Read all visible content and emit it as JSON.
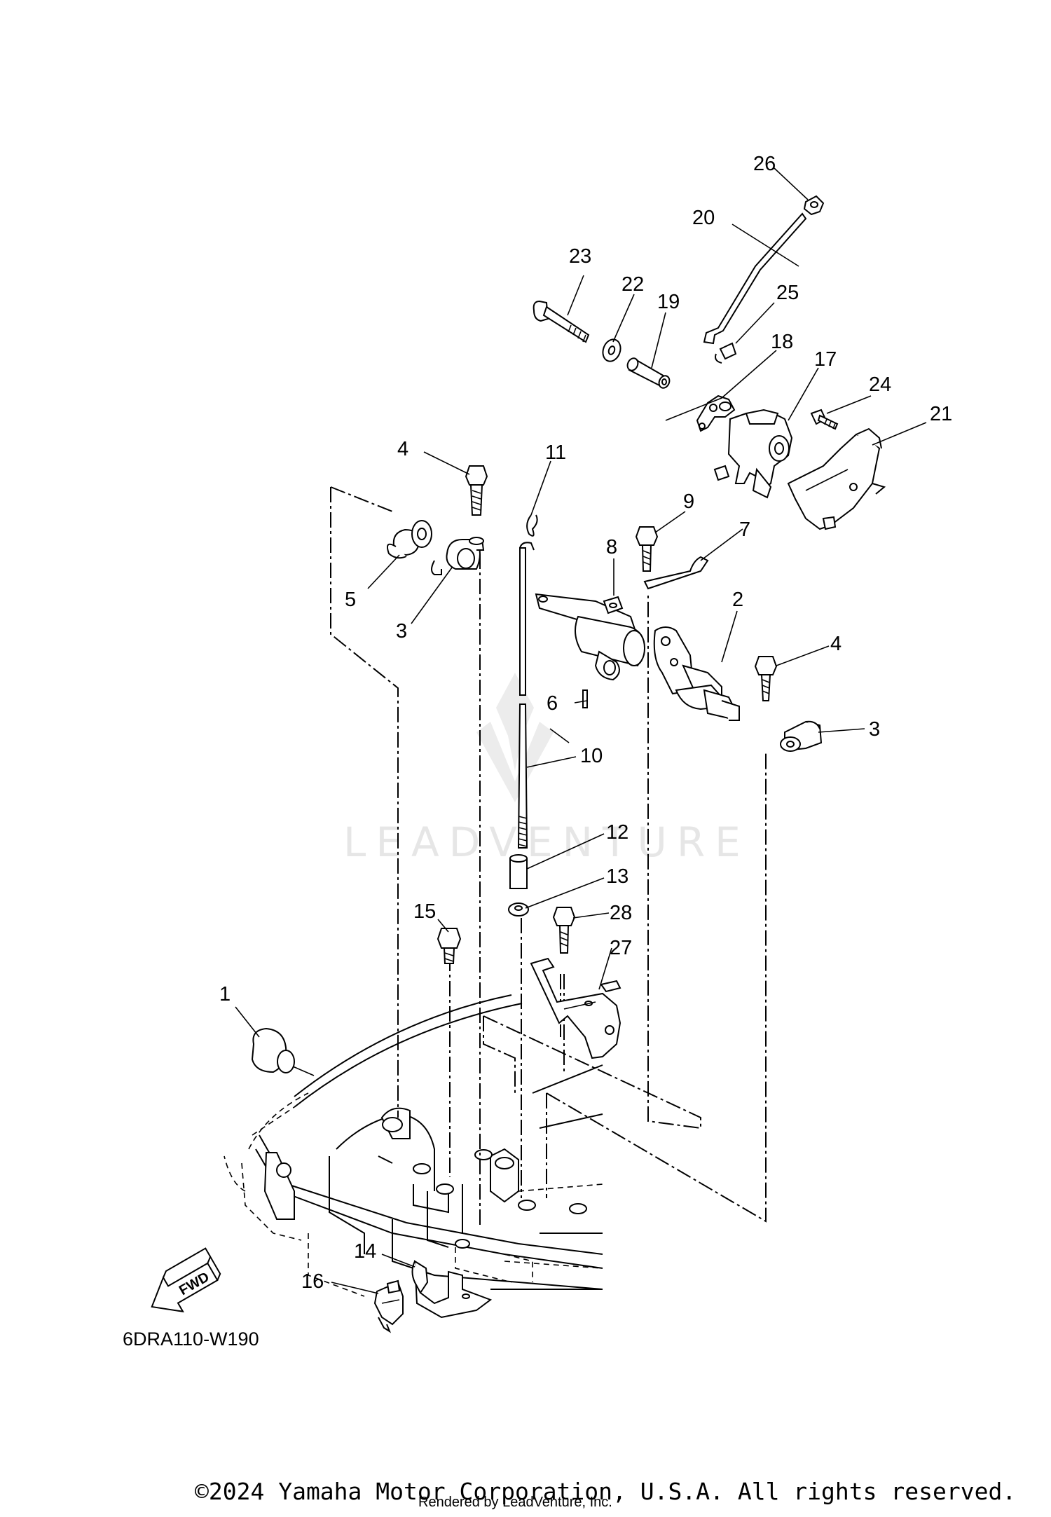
{
  "callouts": {
    "c1": "1",
    "c2": "2",
    "c3a": "3",
    "c3b": "3",
    "c4a": "4",
    "c4b": "4",
    "c5": "5",
    "c6": "6",
    "c7": "7",
    "c8": "8",
    "c9": "9",
    "c10": "10",
    "c11": "11",
    "c12": "12",
    "c13": "13",
    "c14": "14",
    "c15": "15",
    "c16": "16",
    "c17": "17",
    "c18": "18",
    "c19": "19",
    "c20": "20",
    "c21": "21",
    "c22": "22",
    "c23": "23",
    "c24": "24",
    "c25": "25",
    "c26": "26",
    "c27": "27",
    "c28": "28"
  },
  "fwd_label": "FWD",
  "diagram_code": "6DRA110-W190",
  "watermark": "LEADVENTURE",
  "copyright": "©2024 Yamaha Motor Corporation, U.S.A. All rights reserved.",
  "rendered_by": "Rendered by LeadVenture, Inc."
}
